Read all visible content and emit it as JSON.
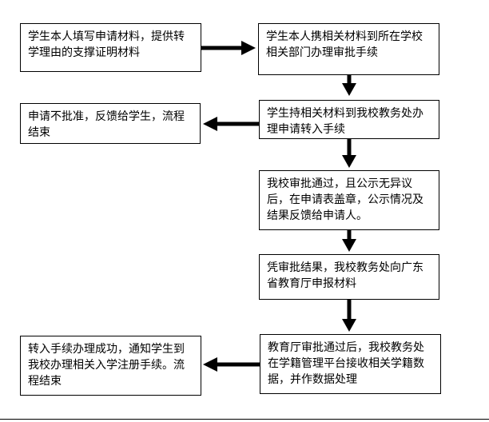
{
  "steps": {
    "step1": "学生本人填写申请材料，提供转学理由的支撑证明材料",
    "step2": "学生本人携相关材料到所在学校相关部门办理审批手续",
    "step3": "学生持相关材料到我校教务处办理申请转入手续",
    "step4": "我校审批通过，且公示无异议后，在申请表盖章，公示情况及结果反馈给申请人。",
    "step5": "凭审批结果，我校教务处向广东省教育厅申报材料",
    "step6": "教育厅审批通过后，我校教务处在学籍管理平台接收相关学籍数据，并作数据处理"
  },
  "outcomes": {
    "rejected": "申请不批准，反馈给学生，流程结束",
    "success": "转入手续办理成功，通知学生到我校办理相关入学注册手续。流程结束"
  },
  "colors": {
    "stroke": "#000000",
    "background": "#ffffff"
  }
}
